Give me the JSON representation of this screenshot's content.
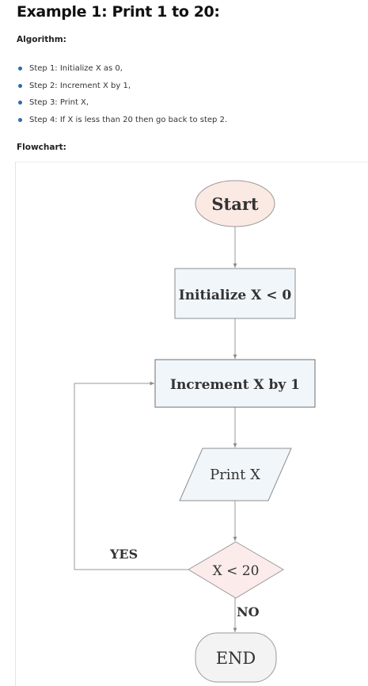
{
  "heading": "Example 1: Print 1 to 20:",
  "algorithm_label": "Algorithm:",
  "steps": [
    "Step 1: Initialize X as 0,",
    "Step 2: Increment X by 1,",
    "Step 3: Print X,",
    "Step 4: If X is less than 20 then go back to step 2."
  ],
  "flowchart_label": "Flowchart:",
  "flowchart": {
    "start": "Start",
    "init": "Initialize X < 0",
    "increment": "Increment X by 1",
    "print": "Print X",
    "decision": "X < 20",
    "yes": "YES",
    "no": "NO",
    "end": "END"
  },
  "colors": {
    "bullet": "#2b6cb0",
    "start_fill": "#fbe9e3",
    "box_fill": "#f1f6fb",
    "decision_fill": "#fbeceb",
    "end_fill": "#f3f3f3",
    "stroke": "#888888"
  }
}
